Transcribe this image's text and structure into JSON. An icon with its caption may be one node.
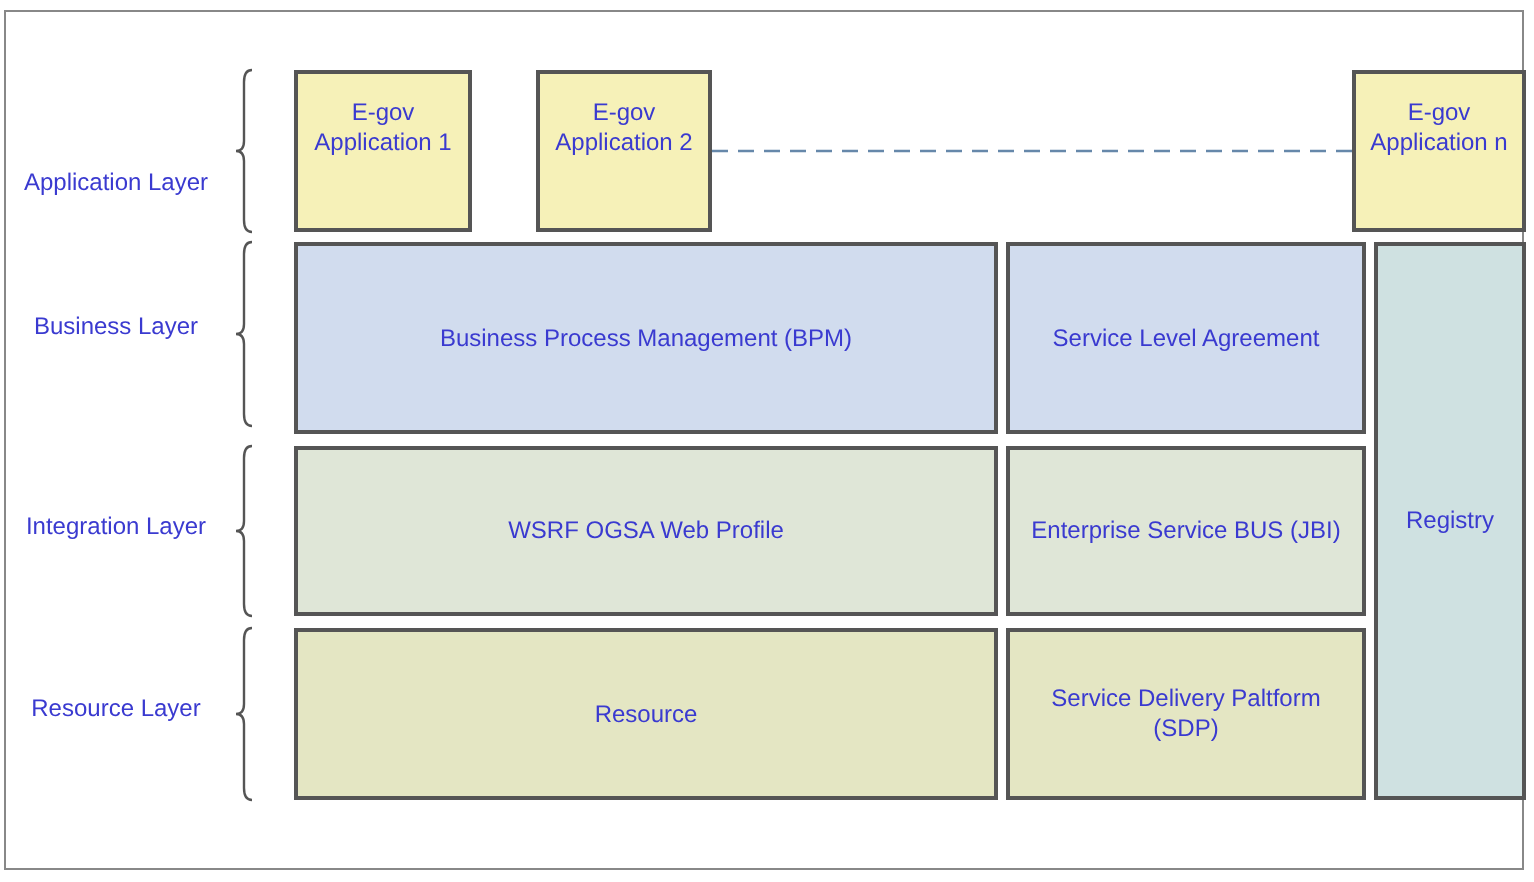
{
  "diagram": {
    "nodes": [
      {
        "text": [
          "E-gov Application 1"
        ]
      },
      {
        "text": [
          "E-gov Application 2"
        ]
      },
      {
        "text": [
          "E-gov Application n"
        ]
      },
      {
        "text": [
          "Business Process Management (BPM)"
        ]
      },
      {
        "text": [
          "Service Level Agreement"
        ]
      },
      {
        "text": [
          "Registry"
        ]
      },
      {
        "text": [
          "WSRF OGSA Web Profile"
        ]
      },
      {
        "text": [
          "Enterprise Service BUS (JBI)"
        ]
      },
      {
        "text": [
          "Resource"
        ]
      },
      {
        "text": [
          "Service Delivery Paltform (SDP)"
        ]
      }
    ],
    "edges": [
      {
        "from": 1,
        "to": 2,
        "arrow": "none",
        "style": "dashed"
      }
    ],
    "labels": [
      "Application Layer",
      "Business Layer",
      "Integration Layer",
      "Resource Layer"
    ]
  }
}
